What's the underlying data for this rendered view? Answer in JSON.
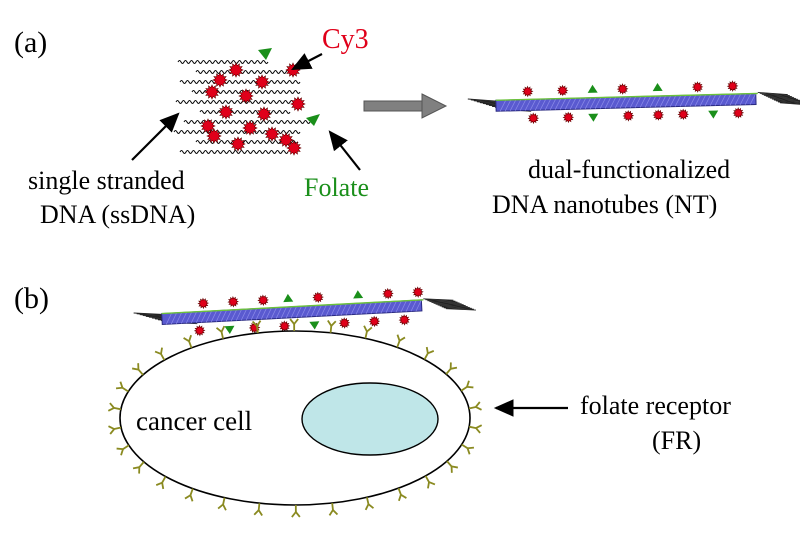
{
  "panel_a": {
    "label": "(a)",
    "cy3_label": "Cy3",
    "ssdna_label_line1": "single stranded",
    "ssdna_label_line2": "DNA (ssDNA)",
    "folate_label": "Folate",
    "nt_label_line1": "dual-functionalized",
    "nt_label_line2": "DNA nanotubes (NT)"
  },
  "panel_b": {
    "label": "(b)",
    "cell_label": "cancer cell",
    "receptor_label_line1": "folate receptor",
    "receptor_label_line2": "(FR)"
  },
  "colors": {
    "cy3": "#e0001a",
    "folate": "#1a8f1a",
    "nanotube_fill": "#5a5ad0",
    "nucleus": "#bfe6e8",
    "receptor": "#8a8a20"
  }
}
